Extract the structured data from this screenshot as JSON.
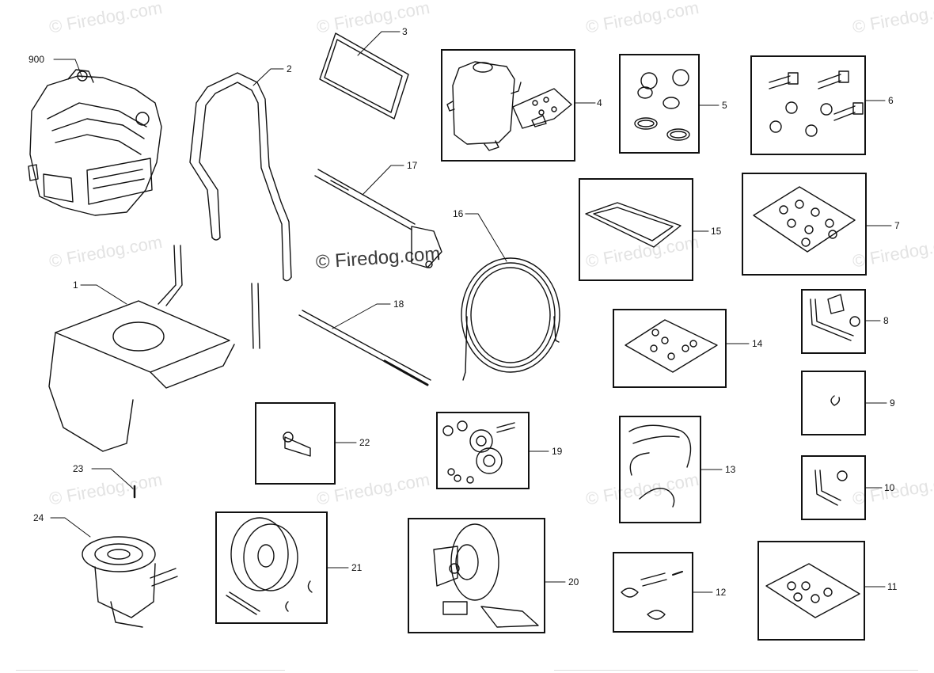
{
  "watermark": "© Firedog.com",
  "parts": {
    "p900": "900",
    "p1": "1",
    "p2": "2",
    "p3": "3",
    "p4": "4",
    "p5": "5",
    "p6": "6",
    "p7": "7",
    "p8": "8",
    "p9": "9",
    "p10": "10",
    "p11": "11",
    "p12": "12",
    "p13": "13",
    "p14": "14",
    "p15": "15",
    "p16": "16",
    "p17": "17",
    "p18": "18",
    "p19": "19",
    "p20": "20",
    "p21": "21",
    "p22": "22",
    "p23": "23",
    "p24": "24"
  }
}
